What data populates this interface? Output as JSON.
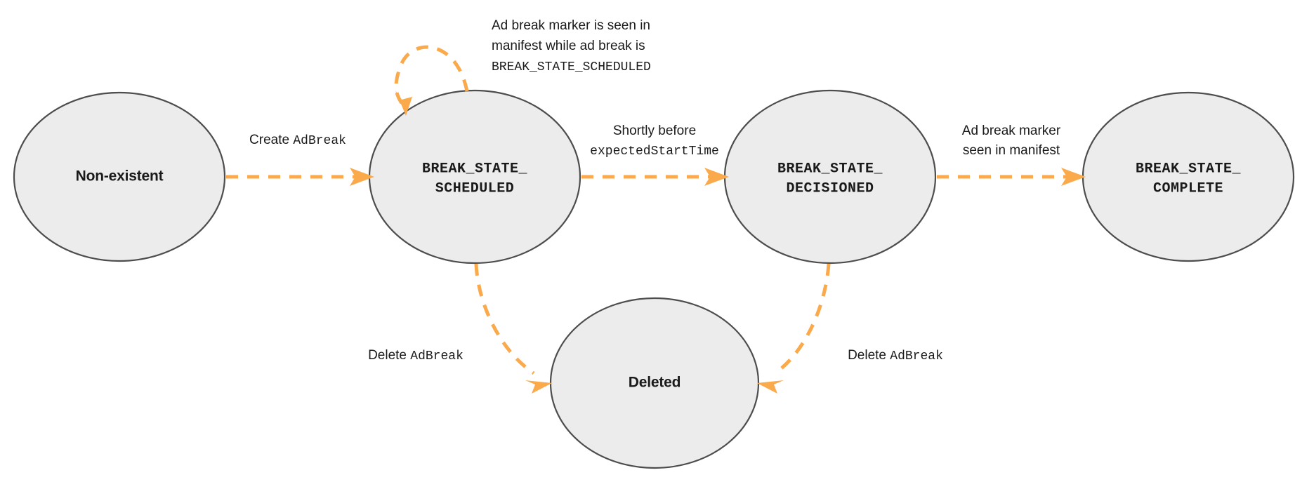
{
  "diagram": {
    "title": "AdBreak state machine",
    "type": "state-diagram",
    "colors": {
      "node_fill": "#ececec",
      "node_stroke": "#4d4d4d",
      "edge": "#faa94b",
      "text": "#1a1a1a",
      "background": "#ffffff"
    },
    "nodes": [
      {
        "id": "non-existent",
        "lines": [
          "Non-existent"
        ],
        "style": "sans-bold"
      },
      {
        "id": "break-state-scheduled",
        "lines": [
          "BREAK_STATE_",
          "SCHEDULED"
        ],
        "style": "mono-bold"
      },
      {
        "id": "break-state-decisioned",
        "lines": [
          "BREAK_STATE_",
          "DECISIONED"
        ],
        "style": "mono-bold"
      },
      {
        "id": "break-state-complete",
        "lines": [
          "BREAK_STATE_",
          "COMPLETE"
        ],
        "style": "mono-bold"
      },
      {
        "id": "deleted",
        "lines": [
          "Deleted"
        ],
        "style": "sans-bold"
      }
    ],
    "edges": [
      {
        "id": "create-adbreak",
        "from": "non-existent",
        "to": "break-state-scheduled",
        "label_lines": [
          [
            {
              "text": "Create ",
              "font": "sans"
            },
            {
              "text": "AdBreak",
              "font": "mono"
            }
          ]
        ]
      },
      {
        "id": "scheduled-self-loop",
        "from": "break-state-scheduled",
        "to": "break-state-scheduled",
        "label_lines": [
          [
            {
              "text": "Ad break marker is seen in",
              "font": "sans"
            }
          ],
          [
            {
              "text": "manifest while ad break is",
              "font": "sans"
            }
          ],
          [
            {
              "text": "BREAK_STATE_SCHEDULED",
              "font": "mono"
            }
          ]
        ]
      },
      {
        "id": "scheduled-to-decisioned",
        "from": "break-state-scheduled",
        "to": "break-state-decisioned",
        "label_lines": [
          [
            {
              "text": "Shortly before",
              "font": "sans"
            }
          ],
          [
            {
              "text": "expectedStartTime",
              "font": "mono"
            }
          ]
        ]
      },
      {
        "id": "decisioned-to-complete",
        "from": "break-state-decisioned",
        "to": "break-state-complete",
        "label_lines": [
          [
            {
              "text": "Ad break marker",
              "font": "sans"
            }
          ],
          [
            {
              "text": "seen in manifest",
              "font": "sans"
            }
          ]
        ]
      },
      {
        "id": "scheduled-to-deleted",
        "from": "break-state-scheduled",
        "to": "deleted",
        "label_lines": [
          [
            {
              "text": "Delete ",
              "font": "sans"
            },
            {
              "text": "AdBreak",
              "font": "mono"
            }
          ]
        ]
      },
      {
        "id": "decisioned-to-deleted",
        "from": "break-state-decisioned",
        "to": "deleted",
        "label_lines": [
          [
            {
              "text": "Delete ",
              "font": "sans"
            },
            {
              "text": "AdBreak",
              "font": "mono"
            }
          ]
        ]
      }
    ]
  },
  "labels": {
    "node_non_existent": "Non-existent",
    "node_scheduled_line1": "BREAK_STATE_",
    "node_scheduled_line2": "SCHEDULED",
    "node_decisioned_line1": "BREAK_STATE_",
    "node_decisioned_line2": "DECISIONED",
    "node_complete_line1": "BREAK_STATE_",
    "node_complete_line2": "COMPLETE",
    "node_deleted": "Deleted",
    "edge_create_prefix": "Create ",
    "edge_create_mono": "AdBreak",
    "edge_selfloop_line1": "Ad break marker is seen in",
    "edge_selfloop_line2": "manifest while ad break is",
    "edge_selfloop_line3": "BREAK_STATE_SCHEDULED",
    "edge_shortly_line1": "Shortly before",
    "edge_shortly_line2": "expectedStartTime",
    "edge_marker_line1": "Ad break marker",
    "edge_marker_line2": "seen in manifest",
    "edge_delete_left_prefix": "Delete ",
    "edge_delete_left_mono": "AdBreak",
    "edge_delete_right_prefix": "Delete ",
    "edge_delete_right_mono": "AdBreak"
  }
}
